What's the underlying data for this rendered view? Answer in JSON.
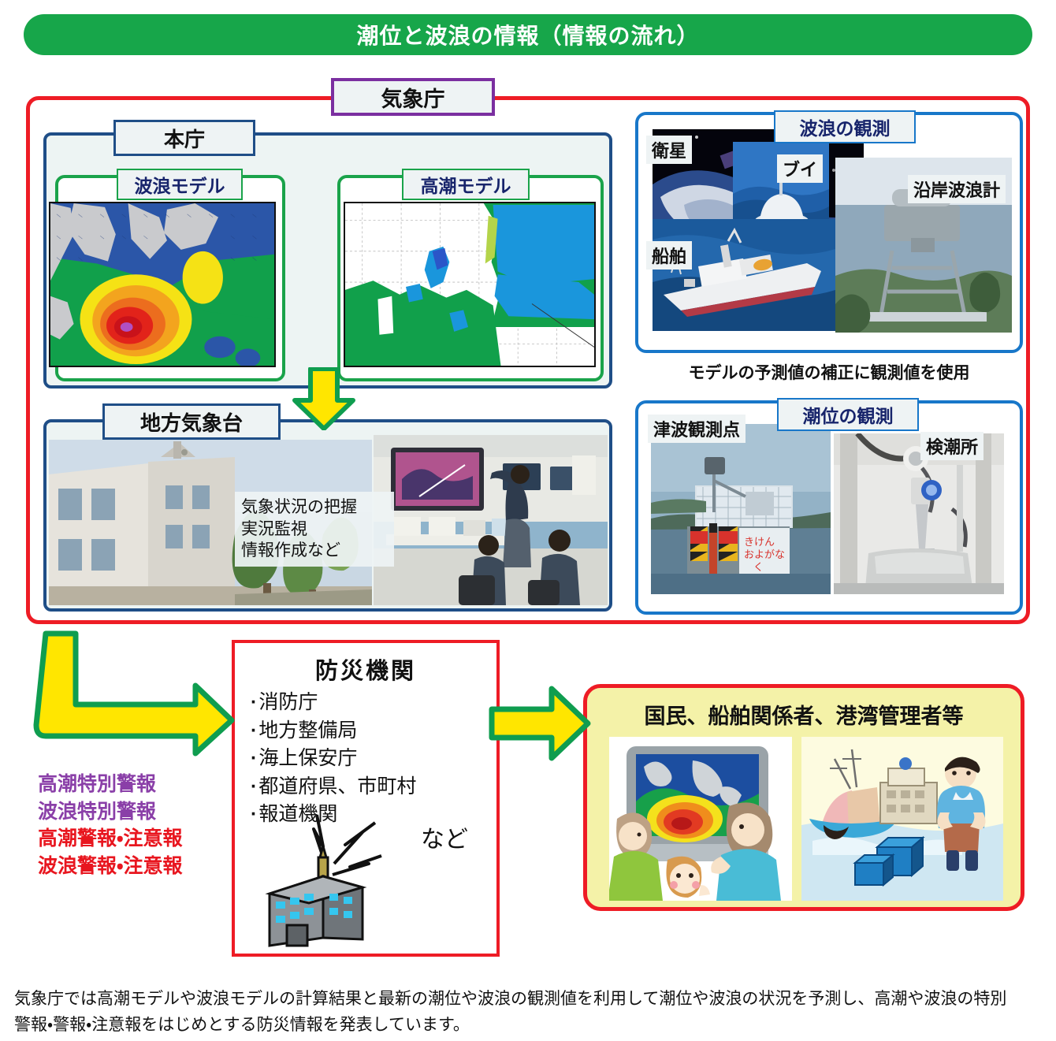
{
  "title": {
    "text": "潮位と波浪の情報（情報の流れ）",
    "banner_color": "#17a64a"
  },
  "jma": {
    "label": "気象庁",
    "border_color": "#ee1c25",
    "tag_border_color": "#7b2fa0"
  },
  "honcho": {
    "label": "本庁",
    "models": [
      {
        "label": "波浪モデル",
        "map_name": "wave-model-map"
      },
      {
        "label": "高潮モデル",
        "map_name": "storm-surge-model-map"
      }
    ]
  },
  "chiho": {
    "label": "地方気象台",
    "notes": [
      "気象状況の把握",
      "実況監視",
      "情報作成など"
    ],
    "photos": [
      "local-met-office-building-photo",
      "local-met-office-operations-room-photo"
    ]
  },
  "observations": {
    "wave": {
      "label": "波浪の観測",
      "items": [
        {
          "label": "衛星",
          "photo": "satellite-photo"
        },
        {
          "label": "ブイ",
          "photo": "buoy-photo"
        },
        {
          "label": "沿岸波浪計",
          "photo": "coastal-wave-gauge-photo"
        },
        {
          "label": "船舶",
          "photo": "observation-ship-photo"
        }
      ]
    },
    "correction_note": "モデルの予測値の補正に観測値を使用",
    "tide": {
      "label": "潮位の観測",
      "items": [
        {
          "label": "津波観測点",
          "photo": "tsunami-observation-point-photo"
        },
        {
          "label": "検潮所",
          "photo": "tide-station-photo"
        }
      ]
    }
  },
  "bousai": {
    "title": "防災機関",
    "items": [
      "消防庁",
      "地方整備局",
      "海上保安庁",
      "都道府県、市町村",
      "報道機関"
    ],
    "nado": "など",
    "icon": "broadcast-building-icon"
  },
  "warnings": [
    {
      "text": "高潮特別警報",
      "color": "#8a3fa8"
    },
    {
      "text": "波浪特別警報",
      "color": "#8a3fa8"
    },
    {
      "text": "高潮警報・注意報",
      "color": "#e8161f"
    },
    {
      "text": "波浪警報・注意報",
      "color": "#e8161f"
    }
  ],
  "public": {
    "title": "国民、船舶関係者、港湾管理者等",
    "background_color": "#f4f2a8",
    "border_color": "#ee1c25",
    "illustrations": [
      "family-watching-tv-weather-illustration",
      "port-worker-and-ships-illustration"
    ]
  },
  "arrows": [
    {
      "name": "arrow-down-honcho-to-chiho",
      "fill": "#ffe600",
      "stroke": "#0f9d4f"
    },
    {
      "name": "arrow-lshape-jma-to-bousai",
      "fill": "#ffe600",
      "stroke": "#0f9d4f"
    },
    {
      "name": "arrow-right-bousai-to-public",
      "fill": "#ffe600",
      "stroke": "#0f9d4f"
    }
  ],
  "caption": {
    "line1": "気象庁では高潮モデルや波浪モデルの計算結果と最新の潮位や波浪の観測値を利用して潮位や波浪の状況を予測し、高潮や波浪の特別",
    "line2": "警報・警報・注意報をはじめとする防災情報を発表しています。"
  }
}
